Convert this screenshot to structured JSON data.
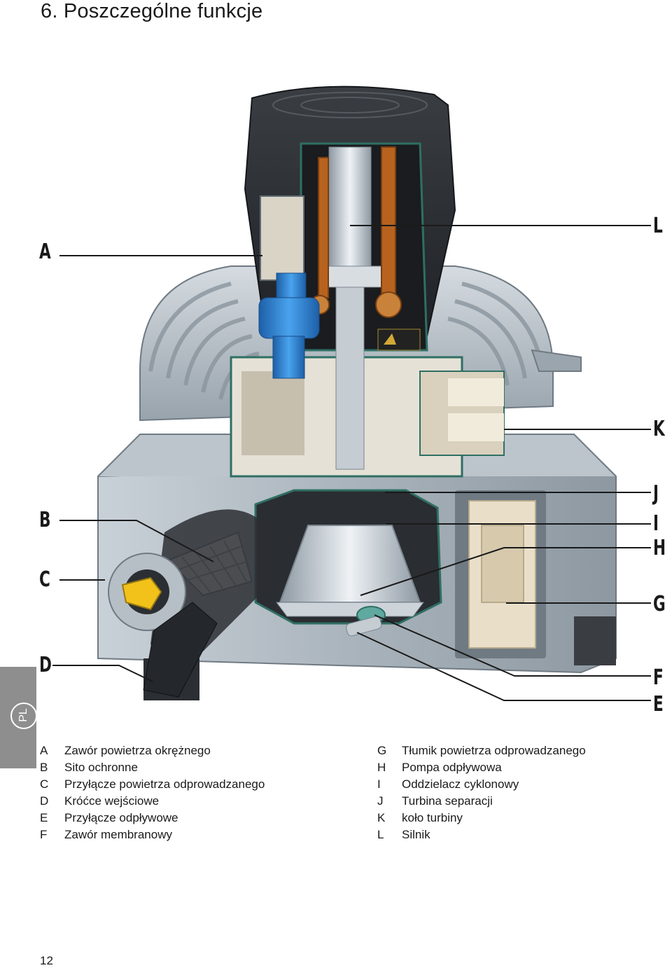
{
  "page": {
    "title": "6. Poszczególne funkcje",
    "language_tab": "PL",
    "page_number": "12"
  },
  "figure": {
    "callouts": [
      "A",
      "B",
      "C",
      "D",
      "E",
      "F",
      "G",
      "H",
      "I",
      "J",
      "K",
      "L"
    ]
  },
  "legend": {
    "left": [
      {
        "key": "A",
        "text": "Zawór powietrza okrężnego"
      },
      {
        "key": "B",
        "text": "Sito ochronne"
      },
      {
        "key": "C",
        "text": "Przyłącze powietrza odprowadzanego"
      },
      {
        "key": "D",
        "text": "Króćce wejściowe"
      },
      {
        "key": "E",
        "text": "Przyłącze odpływowe"
      },
      {
        "key": "F",
        "text": "Zawór membranowy"
      }
    ],
    "right": [
      {
        "key": "G",
        "text": "Tłumik powietrza odprowadzanego"
      },
      {
        "key": "H",
        "text": "Pompa odpływowa"
      },
      {
        "key": "I",
        "text": "Oddzielacz cyklonowy"
      },
      {
        "key": "J",
        "text": "Turbina separacji"
      },
      {
        "key": "K",
        "text": "koło turbiny"
      },
      {
        "key": "L",
        "text": "Silnik"
      }
    ]
  },
  "colors": {
    "housing_grey": "#a9b3bb",
    "motor_cover": "#2c2f33",
    "teal_outline": "#2f6f64",
    "valve_blue": "#2f86d6",
    "yellow_cap": "#f2c21b",
    "tab_grey": "#8e8e8e"
  }
}
